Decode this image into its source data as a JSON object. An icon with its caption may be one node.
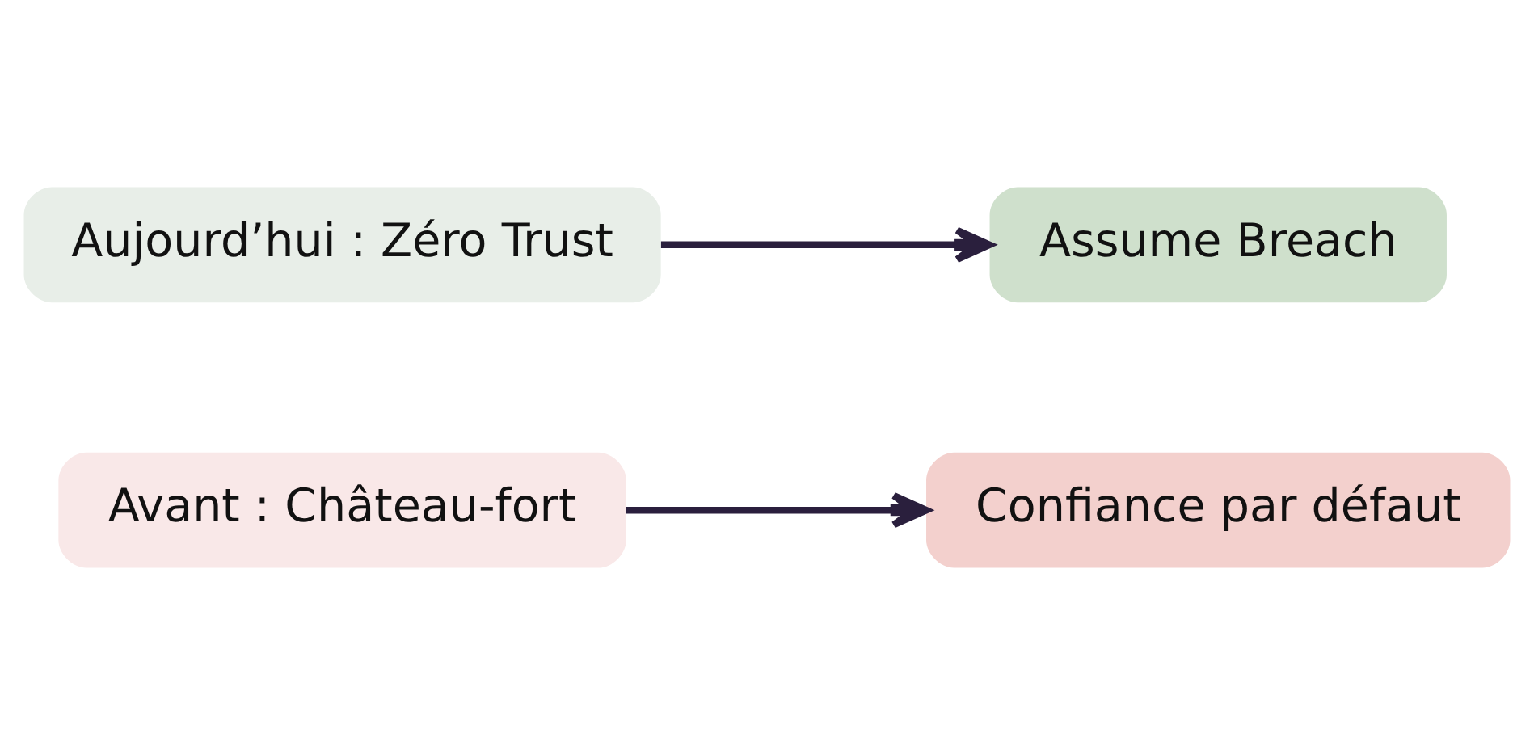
{
  "diagram": {
    "nodes": [
      {
        "text": [
          "Avant : Château-fort"
        ]
      },
      {
        "text": [
          "Confiance par défaut"
        ]
      },
      {
        "text": [
          "Aujourd’hui : Zéro Trust"
        ]
      },
      {
        "text": [
          "Assume Breach"
        ]
      }
    ],
    "edges": [
      {
        "from": 0,
        "to": 1,
        "arrow": "to"
      },
      {
        "from": 2,
        "to": 3,
        "arrow": "to"
      }
    ]
  }
}
